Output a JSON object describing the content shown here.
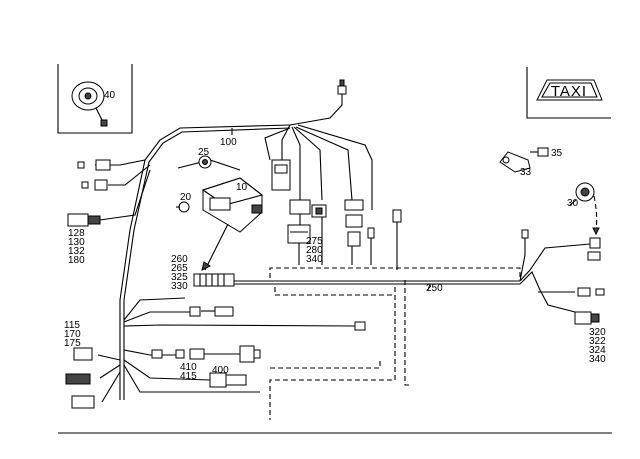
{
  "taxi_sign": {
    "text": "TAXI"
  },
  "labels": {
    "l40": "40",
    "l100": "100",
    "l25": "25",
    "l10": "10",
    "l20": "20",
    "l35": "35",
    "l33": "33",
    "l30": "30",
    "l128": "128",
    "l130": "130",
    "l132": "132",
    "l180": "180",
    "l260": "260",
    "l265": "265",
    "l325": "325",
    "l330": "330",
    "l275": "275",
    "l280": "280",
    "l340a": "340",
    "l250": "250",
    "l115": "115",
    "l170": "170",
    "l175": "175",
    "l410": "410",
    "l415": "415",
    "l400": "400",
    "l320": "320",
    "l322": "322",
    "l324": "324",
    "l340b": "340"
  }
}
